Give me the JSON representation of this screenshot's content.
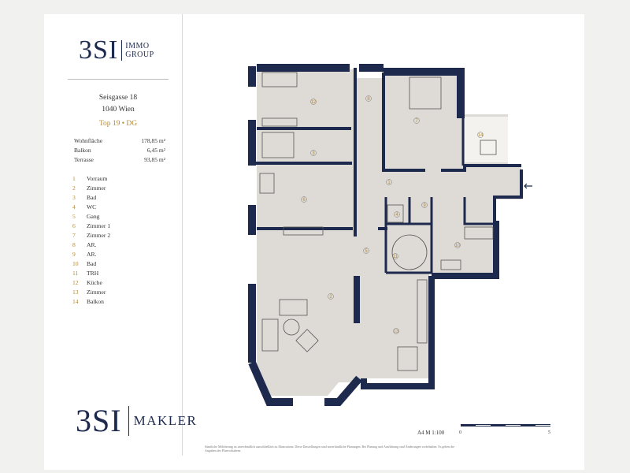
{
  "logo_top": {
    "mark": "3SI",
    "line1": "IMMO",
    "line2": "GROUP"
  },
  "address": {
    "street": "Seisgasse 18",
    "city": "1040 Wien",
    "unit": "Top 19 • DG"
  },
  "areas": [
    {
      "label": "Wohnfläche",
      "value": "178,85 m²"
    },
    {
      "label": "Balkon",
      "value": "6,45 m²"
    },
    {
      "label": "Terrasse",
      "value": "93,85 m²"
    }
  ],
  "legend": [
    {
      "num": "1",
      "label": "Vorraum"
    },
    {
      "num": "2",
      "label": "Zimmer"
    },
    {
      "num": "3",
      "label": "Bad"
    },
    {
      "num": "4",
      "label": "WC"
    },
    {
      "num": "5",
      "label": "Gang"
    },
    {
      "num": "6",
      "label": "Zimmer 1"
    },
    {
      "num": "7",
      "label": "Zimmer 2"
    },
    {
      "num": "8",
      "label": "AR."
    },
    {
      "num": "9",
      "label": "AR."
    },
    {
      "num": "10",
      "label": "Bad"
    },
    {
      "num": "11",
      "label": "TRH"
    },
    {
      "num": "12",
      "label": "Küche"
    },
    {
      "num": "13",
      "label": "Zimmer"
    },
    {
      "num": "14",
      "label": "Balkon"
    }
  ],
  "logo_bottom": {
    "mark": "3SI",
    "word": "MAKLER"
  },
  "scale": {
    "label": "A4  M 1:100",
    "start": "0",
    "end": "5"
  },
  "disclaimer": "Sämtliche Möblierung ist unverbindlich ausschließlich zu Illustrations. Diese Darstellungen sind unverbindliche Planungen. Bei Planung und Ausführung sind Änderungen vorbehalten. Es gelten die Angaben des Planvorhabens.",
  "colors": {
    "wall": "#1d2a4d",
    "floor": "#dedbd6",
    "accent": "#b08a3c"
  },
  "room_labels": [
    "12",
    "8",
    "7",
    "3",
    "4",
    "1",
    "9",
    "14",
    "6",
    "5",
    "11",
    "10",
    "2",
    "13"
  ]
}
